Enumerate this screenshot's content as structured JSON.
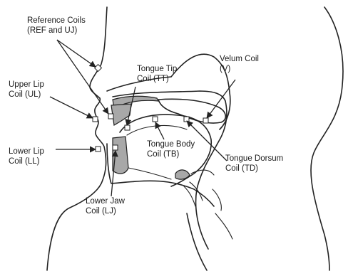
{
  "labels": {
    "ref": [
      "Reference Coils",
      "(REF and UJ)"
    ],
    "ul": [
      "Upper Lip",
      "Coil (UL)"
    ],
    "ll": [
      "Lower Lip",
      "Coil (LL)"
    ],
    "tt": [
      "Tongue Tip",
      "Coil (TT)"
    ],
    "v": [
      "Velum Coil",
      "(V)"
    ],
    "tb": [
      "Tongue Body",
      "Coil (TB)"
    ],
    "td": [
      "Tongue Dorsum",
      "Coil (TD)"
    ],
    "lj": [
      "Lower Jaw",
      "Coil (LJ)"
    ]
  }
}
